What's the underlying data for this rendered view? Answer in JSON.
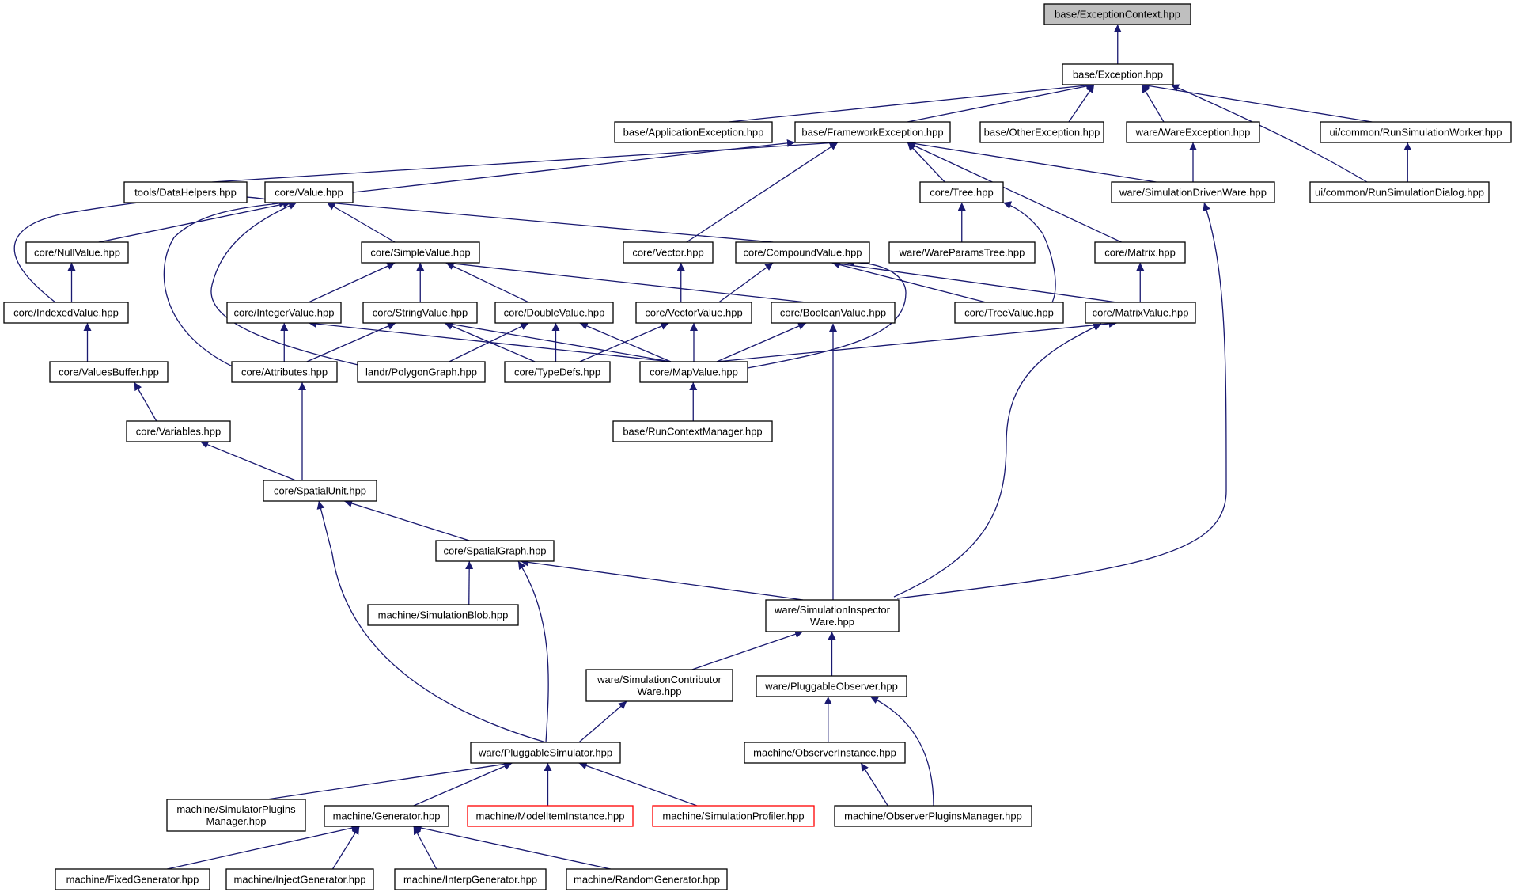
{
  "diagram": {
    "colors": {
      "edge": "#191970",
      "node_border": "#000000",
      "node_fill": "#ffffff",
      "root_fill": "#bfbfbf",
      "error_border": "#ff0000"
    },
    "nodes": [
      {
        "id": "n0",
        "lines": [
          "base/ExceptionContext.hpp"
        ],
        "style": "root"
      },
      {
        "id": "n1",
        "lines": [
          "base/Exception.hpp"
        ]
      },
      {
        "id": "n2",
        "lines": [
          "base/ApplicationException.hpp"
        ]
      },
      {
        "id": "n3",
        "lines": [
          "base/FrameworkException.hpp"
        ]
      },
      {
        "id": "n4",
        "lines": [
          "base/OtherException.hpp"
        ]
      },
      {
        "id": "n5",
        "lines": [
          "ware/WareException.hpp"
        ]
      },
      {
        "id": "n6",
        "lines": [
          "ui/common/RunSimulationWorker.hpp"
        ]
      },
      {
        "id": "n7",
        "lines": [
          "tools/DataHelpers.hpp"
        ]
      },
      {
        "id": "n8",
        "lines": [
          "core/Value.hpp"
        ]
      },
      {
        "id": "n9",
        "lines": [
          "core/Tree.hpp"
        ]
      },
      {
        "id": "n10",
        "lines": [
          "ware/SimulationDrivenWare.hpp"
        ]
      },
      {
        "id": "n11",
        "lines": [
          "ui/common/RunSimulationDialog.hpp"
        ]
      },
      {
        "id": "n12",
        "lines": [
          "core/NullValue.hpp"
        ]
      },
      {
        "id": "n13",
        "lines": [
          "core/SimpleValue.hpp"
        ]
      },
      {
        "id": "n14",
        "lines": [
          "core/Vector.hpp"
        ]
      },
      {
        "id": "n15",
        "lines": [
          "core/CompoundValue.hpp"
        ]
      },
      {
        "id": "n16",
        "lines": [
          "ware/WareParamsTree.hpp"
        ]
      },
      {
        "id": "n17",
        "lines": [
          "core/Matrix.hpp"
        ]
      },
      {
        "id": "n18",
        "lines": [
          "core/IndexedValue.hpp"
        ]
      },
      {
        "id": "n19",
        "lines": [
          "core/IntegerValue.hpp"
        ]
      },
      {
        "id": "n20",
        "lines": [
          "core/StringValue.hpp"
        ]
      },
      {
        "id": "n21",
        "lines": [
          "core/DoubleValue.hpp"
        ]
      },
      {
        "id": "n22",
        "lines": [
          "core/VectorValue.hpp"
        ]
      },
      {
        "id": "n23",
        "lines": [
          "core/BooleanValue.hpp"
        ]
      },
      {
        "id": "n24",
        "lines": [
          "core/TreeValue.hpp"
        ]
      },
      {
        "id": "n25",
        "lines": [
          "core/MatrixValue.hpp"
        ]
      },
      {
        "id": "n26",
        "lines": [
          "core/ValuesBuffer.hpp"
        ]
      },
      {
        "id": "n27",
        "lines": [
          "core/Attributes.hpp"
        ]
      },
      {
        "id": "n28",
        "lines": [
          "landr/PolygonGraph.hpp"
        ]
      },
      {
        "id": "n29",
        "lines": [
          "core/TypeDefs.hpp"
        ]
      },
      {
        "id": "n30",
        "lines": [
          "core/MapValue.hpp"
        ]
      },
      {
        "id": "n31",
        "lines": [
          "core/Variables.hpp"
        ]
      },
      {
        "id": "n32",
        "lines": [
          "base/RunContextManager.hpp"
        ]
      },
      {
        "id": "n33",
        "lines": [
          "core/SpatialUnit.hpp"
        ]
      },
      {
        "id": "n34",
        "lines": [
          "core/SpatialGraph.hpp"
        ]
      },
      {
        "id": "n35",
        "lines": [
          "machine/SimulationBlob.hpp"
        ]
      },
      {
        "id": "n36",
        "lines": [
          "ware/SimulationInspector",
          "Ware.hpp"
        ]
      },
      {
        "id": "n37",
        "lines": [
          "ware/SimulationContributor",
          "Ware.hpp"
        ]
      },
      {
        "id": "n38",
        "lines": [
          "ware/PluggableObserver.hpp"
        ]
      },
      {
        "id": "n39",
        "lines": [
          "ware/PluggableSimulator.hpp"
        ]
      },
      {
        "id": "n40",
        "lines": [
          "machine/ObserverInstance.hpp"
        ]
      },
      {
        "id": "n41",
        "lines": [
          "machine/SimulatorPlugins",
          "Manager.hpp"
        ]
      },
      {
        "id": "n42",
        "lines": [
          "machine/Generator.hpp"
        ]
      },
      {
        "id": "n43",
        "lines": [
          "machine/ModelItemInstance.hpp"
        ],
        "style": "red"
      },
      {
        "id": "n44",
        "lines": [
          "machine/SimulationProfiler.hpp"
        ],
        "style": "red"
      },
      {
        "id": "n45",
        "lines": [
          "machine/ObserverPluginsManager.hpp"
        ]
      },
      {
        "id": "n46",
        "lines": [
          "machine/FixedGenerator.hpp"
        ]
      },
      {
        "id": "n47",
        "lines": [
          "machine/InjectGenerator.hpp"
        ]
      },
      {
        "id": "n48",
        "lines": [
          "machine/InterpGenerator.hpp"
        ]
      },
      {
        "id": "n49",
        "lines": [
          "machine/RandomGenerator.hpp"
        ]
      }
    ],
    "edges": [
      [
        "n1",
        "n0"
      ],
      [
        "n2",
        "n1"
      ],
      [
        "n3",
        "n1"
      ],
      [
        "n4",
        "n1"
      ],
      [
        "n5",
        "n1"
      ],
      [
        "n6",
        "n1"
      ],
      [
        "n11",
        "n1"
      ],
      [
        "n7",
        "n3"
      ],
      [
        "n8",
        "n3"
      ],
      [
        "n9",
        "n3"
      ],
      [
        "n10",
        "n3"
      ],
      [
        "n14",
        "n3"
      ],
      [
        "n17",
        "n3"
      ],
      [
        "n10",
        "n5"
      ],
      [
        "n11",
        "n6"
      ],
      [
        "n12",
        "n8"
      ],
      [
        "n13",
        "n8"
      ],
      [
        "n15",
        "n8"
      ],
      [
        "n18",
        "n8"
      ],
      [
        "n27",
        "n8"
      ],
      [
        "n28",
        "n8"
      ],
      [
        "n16",
        "n9"
      ],
      [
        "n24",
        "n9"
      ],
      [
        "n36",
        "n10"
      ],
      [
        "n18",
        "n12"
      ],
      [
        "n19",
        "n13"
      ],
      [
        "n20",
        "n13"
      ],
      [
        "n21",
        "n13"
      ],
      [
        "n23",
        "n13"
      ],
      [
        "n22",
        "n14"
      ],
      [
        "n22",
        "n15"
      ],
      [
        "n24",
        "n15"
      ],
      [
        "n25",
        "n15"
      ],
      [
        "n30",
        "n15"
      ],
      [
        "n25",
        "n17"
      ],
      [
        "n26",
        "n18"
      ],
      [
        "n27",
        "n19"
      ],
      [
        "n30",
        "n19"
      ],
      [
        "n27",
        "n20"
      ],
      [
        "n29",
        "n20"
      ],
      [
        "n30",
        "n20"
      ],
      [
        "n28",
        "n21"
      ],
      [
        "n29",
        "n21"
      ],
      [
        "n30",
        "n21"
      ],
      [
        "n29",
        "n22"
      ],
      [
        "n30",
        "n22"
      ],
      [
        "n30",
        "n23"
      ],
      [
        "n36",
        "n23"
      ],
      [
        "n30",
        "n25"
      ],
      [
        "n36",
        "n25"
      ],
      [
        "n31",
        "n26"
      ],
      [
        "n33",
        "n27"
      ],
      [
        "n32",
        "n30"
      ],
      [
        "n33",
        "n31"
      ],
      [
        "n34",
        "n33"
      ],
      [
        "n39",
        "n33"
      ],
      [
        "n35",
        "n34"
      ],
      [
        "n36",
        "n34"
      ],
      [
        "n39",
        "n34"
      ],
      [
        "n37",
        "n36"
      ],
      [
        "n38",
        "n36"
      ],
      [
        "n39",
        "n37"
      ],
      [
        "n40",
        "n38"
      ],
      [
        "n45",
        "n38"
      ],
      [
        "n41",
        "n39"
      ],
      [
        "n42",
        "n39"
      ],
      [
        "n43",
        "n39"
      ],
      [
        "n44",
        "n39"
      ],
      [
        "n45",
        "n40"
      ],
      [
        "n46",
        "n42"
      ],
      [
        "n47",
        "n42"
      ],
      [
        "n48",
        "n42"
      ],
      [
        "n49",
        "n42"
      ]
    ]
  }
}
